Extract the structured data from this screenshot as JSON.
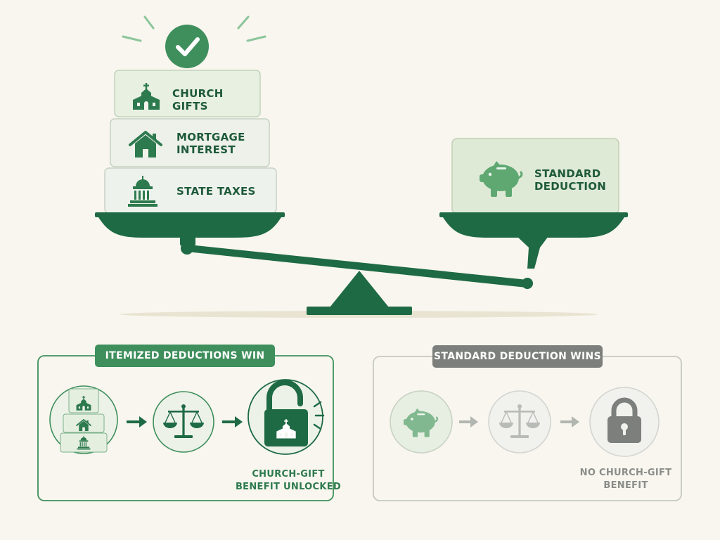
{
  "colors": {
    "background": "#f8f6ee",
    "dark_green": "#1e6a45",
    "mid_green": "#3f8f5d",
    "light_green": "#e5efe0",
    "grey": "#7c7f7c",
    "light_grey": "#c5c8c4"
  },
  "scale": {
    "left_pan": {
      "blocks": [
        {
          "label": "Church Gifts",
          "icon": "church-icon"
        },
        {
          "label": "Mortgage Interest",
          "icon": "house-icon"
        },
        {
          "label": "State Taxes",
          "icon": "capitol-icon"
        }
      ],
      "badge_icon": "checkmark-icon"
    },
    "right_pan": {
      "block": {
        "label": "Standard Deduction",
        "icon": "piggy-bank-icon"
      }
    }
  },
  "panels": {
    "itemized": {
      "title": "Itemized Deductions Win",
      "icons": [
        "stacked-deductions-icon",
        "balance-scale-icon",
        "unlocked-padlock-icon"
      ],
      "caption": "Church-Gift Benefit Unlocked"
    },
    "standard": {
      "title": "Standard Deduction Wins",
      "icons": [
        "piggy-bank-icon",
        "balance-scale-icon",
        "locked-padlock-icon"
      ],
      "caption": "No Church-Gift Benefit"
    }
  }
}
